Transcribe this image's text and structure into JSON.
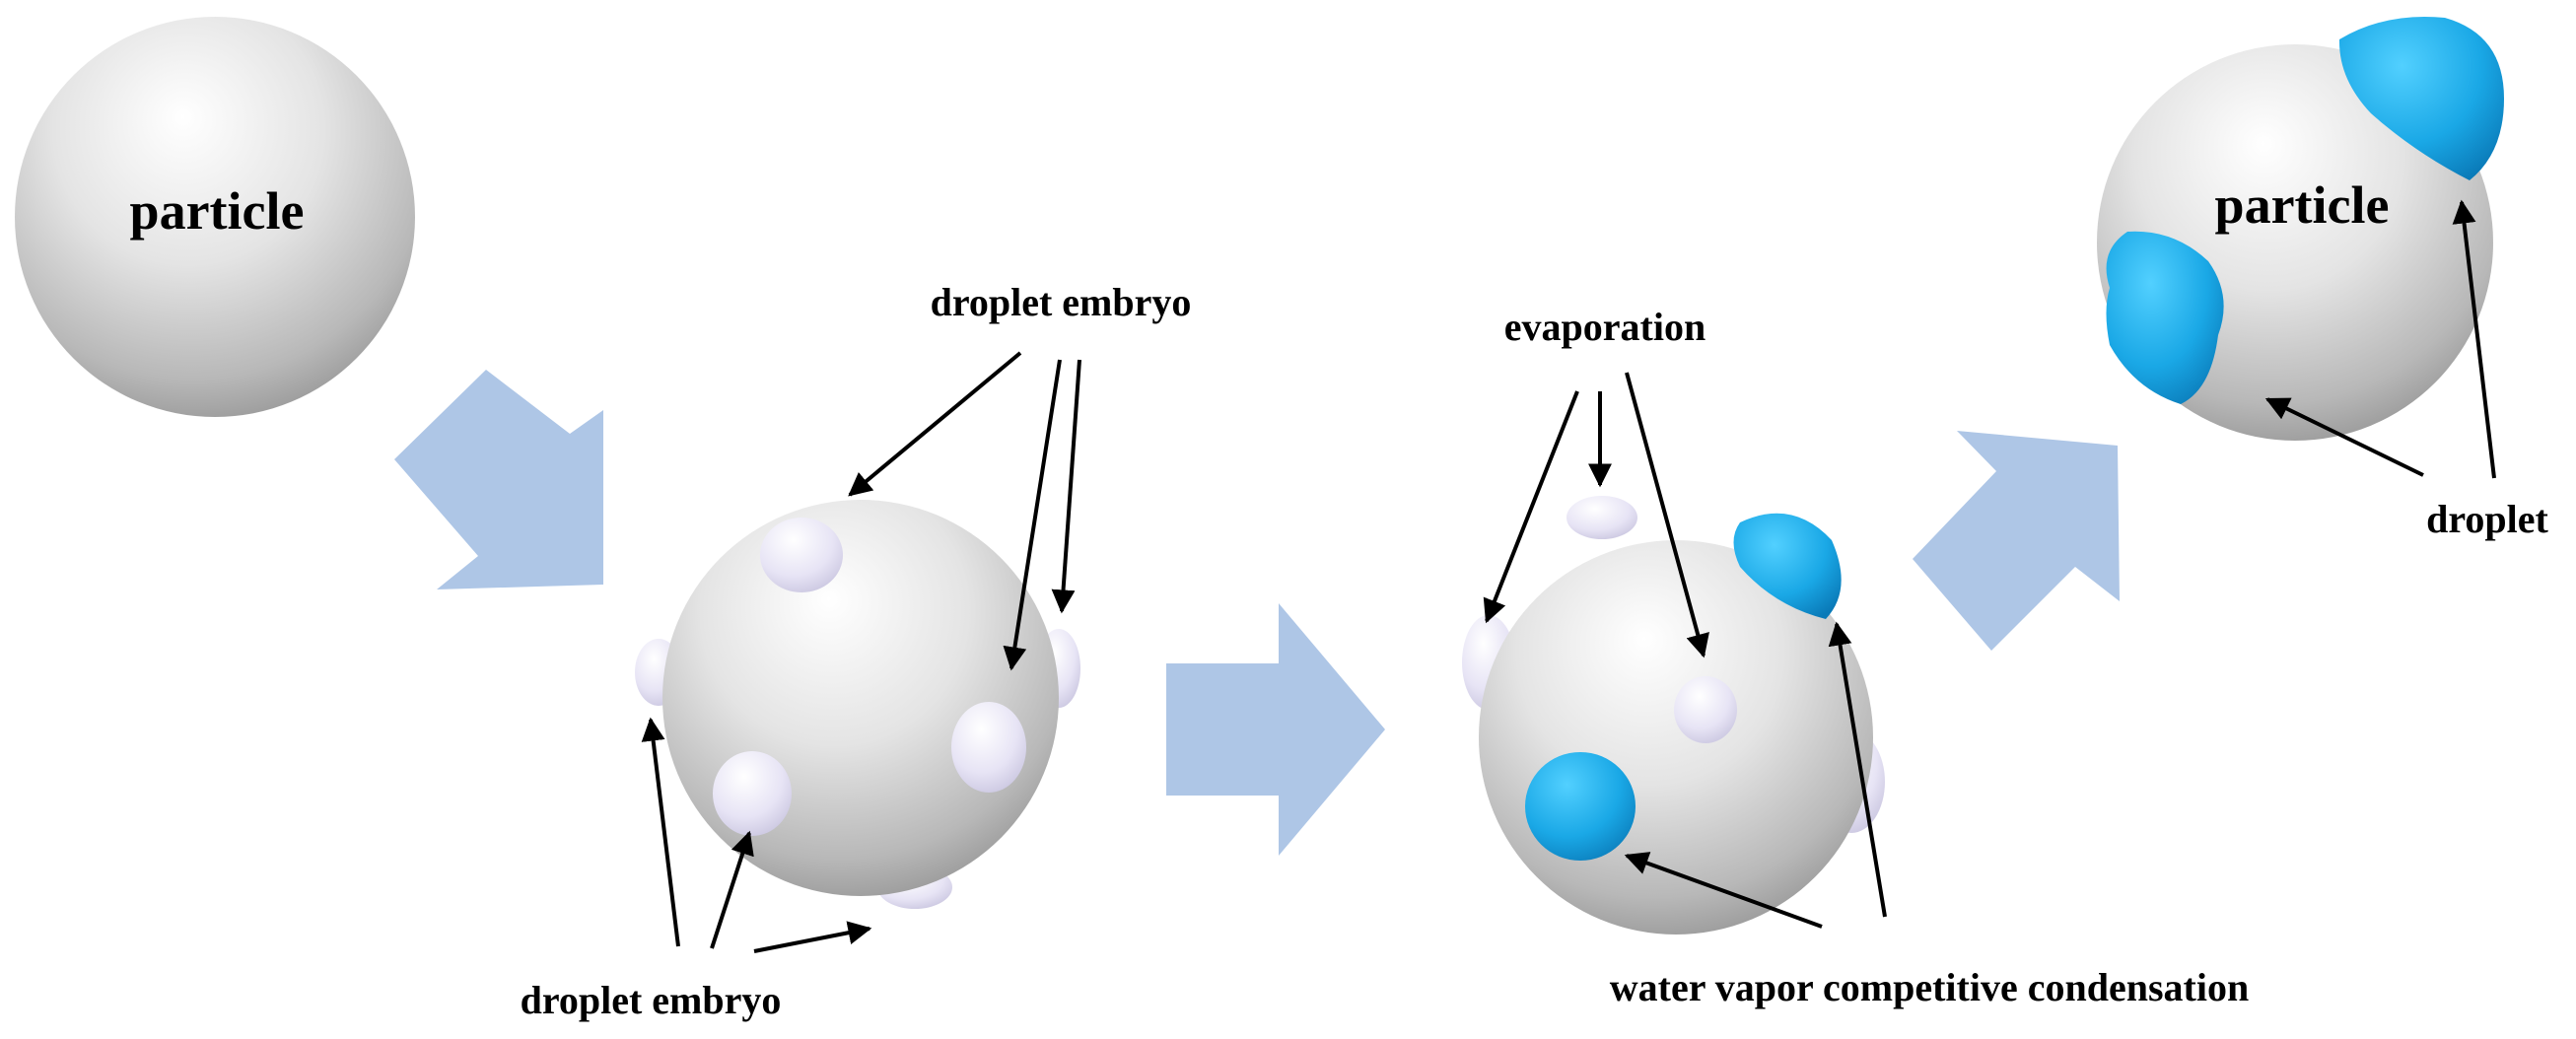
{
  "stages": {
    "stage1": {
      "label": "particle"
    },
    "stage2": {
      "label_top": "droplet embryo",
      "label_bottom": "droplet embryo"
    },
    "stage3": {
      "label_top": "evaporation",
      "label_bottom": "water vapor competitive condensation"
    },
    "stage4": {
      "label_center": "particle",
      "label_side": "droplet"
    }
  },
  "colors": {
    "flow_arrow": "#aec6e6",
    "embryo": "#e7e4f5",
    "droplet": "#1aa8e6",
    "particle_light": "#ffffff",
    "particle_dark": "#8f8f8f",
    "text": "#000000"
  }
}
